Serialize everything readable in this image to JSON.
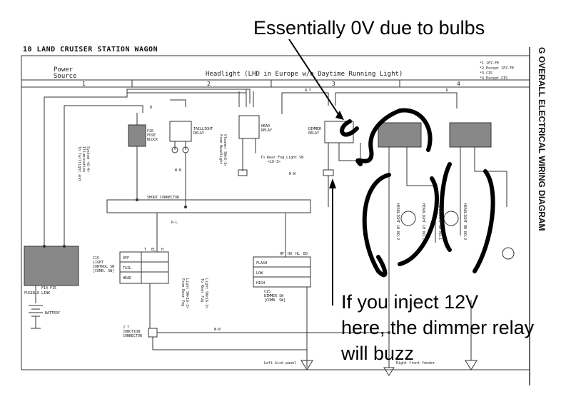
{
  "document": {
    "title": "10 LAND CRUISER STATION WAGON",
    "side_title": "G  OVERALL ELECTRICAL WIRING DIAGRAM",
    "circuit_title": "Headlight (LHD in Europe w/o Daytime Running Light)",
    "power_source": [
      "Power",
      "Source"
    ],
    "legend": [
      "*1 1FZ-FE",
      "*2 Except 1FZ-FE",
      "*3 CIS",
      "*4 Except CIS"
    ],
    "section_numbers": [
      "1",
      "2",
      "3",
      "4"
    ]
  },
  "annotations": {
    "top": "Essentially 0V due to bulbs",
    "bottom": [
      "If you inject 12V",
      "here, the dimmer relay",
      "will buzz"
    ]
  },
  "components": {
    "fuse_block": [
      "F26",
      "FUSE",
      "BLOCK"
    ],
    "taillight_relay": [
      "TAILLIGHT",
      "RELAY"
    ],
    "head_relay": [
      "HEAD",
      "RELAY"
    ],
    "dimmer_relay": [
      "DIMMER",
      "RELAY"
    ],
    "short_connector": "SHORT CONNECTOR",
    "fusible_link": "FUSIBLE LINK",
    "fusible_link_ids": "F14  F15",
    "battery": "BATTERY",
    "light_switch": [
      "C15",
      "LIGHT",
      "CONTROL SW",
      "[COMB. SW]"
    ],
    "light_switch_rows": [
      "OFF",
      "TAIL",
      "HEAD"
    ],
    "light_switch_cols": [
      "T",
      "EL",
      "H"
    ],
    "dimmer_switch": [
      "C15",
      "DIMMER SW",
      "[COMB. SW]"
    ],
    "dimmer_switch_rows": [
      "FLASH",
      "LOW",
      "HIGH"
    ],
    "dimmer_switch_cols": [
      "HF",
      "HU",
      "HL",
      "ED"
    ],
    "junction_connector": [
      "J 7",
      "JUNCTION",
      "CONNECTOR"
    ],
    "left_kick_panel": "Left kick panel",
    "right_front_fender": "Right front fender",
    "headlight_lh_no2": "HEADLIGHT LH NO.2",
    "headlight_lh_no1": "HEADLIGHT LH NO.1",
    "headlight_rh_no1": "HEADLIGHT RH NO.1",
    "headlight_rh_no2": "HEADLIGHT RH NO.2",
    "to_taillight": [
      "To Taillight and",
      "Illumination",
      "System <6-4>"
    ],
    "to_rear_fog_top": [
      "To Rear Fog Light SW",
      "<16-3>"
    ],
    "from_headlight_cleaner": [
      "From Headlight",
      "Cleaner SW<5-3>"
    ],
    "from_rear_fog_bottom": [
      "From Rear Fog",
      "Light SW<16-3>"
    ],
    "to_rear_fog_bottom": [
      "To Rear Fog",
      "Light SW<16-3>"
    ],
    "wire_w_b": "W-B",
    "wire_r_y": "R-Y",
    "wire_r_w": "R-W",
    "wire_r_l": "R-L",
    "wire_b": "B",
    "wire_r": "R"
  }
}
